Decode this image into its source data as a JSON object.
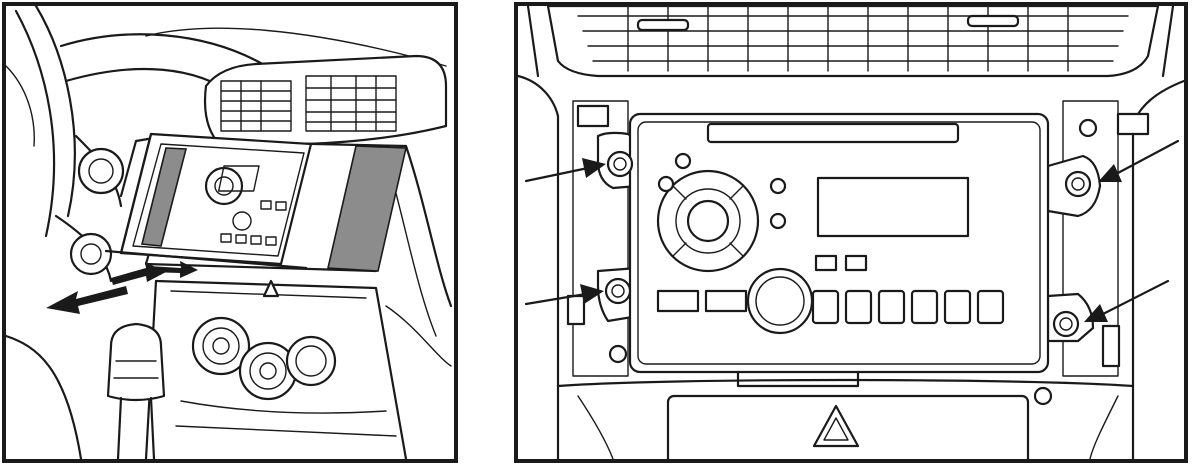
{
  "figure": {
    "panels": [
      {
        "id": "left",
        "depicts": "radio-removal"
      },
      {
        "id": "right",
        "depicts": "mounting-screws"
      }
    ],
    "colors": {
      "line": "#1a1a1a",
      "background": "#ffffff",
      "shade": "#8c8c8c"
    },
    "callout_arrow_count": 4
  }
}
